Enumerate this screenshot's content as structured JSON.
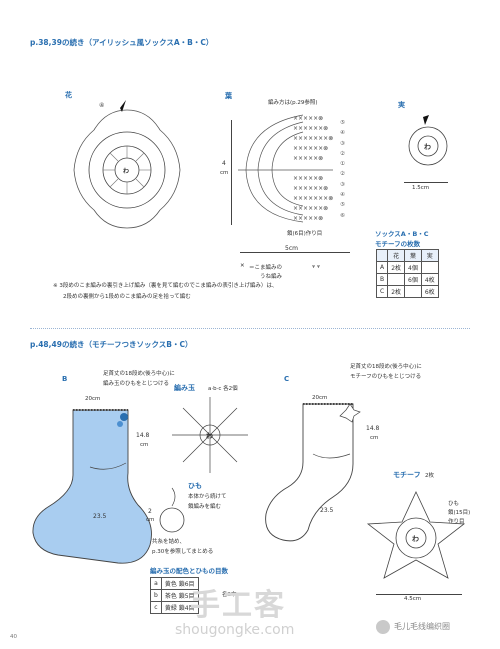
{
  "top": {
    "header": "p.38,39の続き（アイリッシュ風ソックスA・B・C）",
    "flower_label": "花",
    "leaf_label": "葉",
    "fruit_label": "実",
    "leaf_method": "編み方は(p.29参照)",
    "leaf_height": "4",
    "leaf_height_unit": "cm",
    "leaf_chain": "鎖(6目)作り目",
    "leaf_width": "5cm",
    "fruit_width": "1.5cm",
    "legend_1": "＝こま編みの",
    "legend_2": "うね編み",
    "note_1": "※ 3段めのこま編みの裏引き上げ編み（裏を見て編むのでこま編みの表引き上げ編み）は、",
    "note_2": "2段めの裏側から1段めのこま編みの足を拾って編む",
    "leaf_rows": [
      "⑤",
      "④",
      "③",
      "②",
      "①",
      "②",
      "③",
      "④",
      "⑤",
      "⑥"
    ],
    "flower_row": "④",
    "center_char": "わ",
    "motif_table": {
      "title_1": "ソックスA・B・C",
      "title_2": "モチーフの枚数",
      "headers": [
        "",
        "花",
        "葉",
        "実"
      ],
      "rows": [
        [
          "A",
          "2枚",
          "4個",
          ""
        ],
        [
          "B",
          "",
          "6個",
          "4枚"
        ],
        [
          "C",
          "2枚",
          "",
          "6枚"
        ]
      ]
    }
  },
  "bottom": {
    "header": "p.48,49の続き（モチーフつきソックスB・C）",
    "sock_b": {
      "letter": "B",
      "note_1": "足首丈の18段め(後ろ中心)に",
      "note_2": "編み玉のひもをとじつける",
      "width": "20cm",
      "height": "14.8",
      "height_unit": "cm",
      "foot": "23.5"
    },
    "ball": {
      "title": "編み玉",
      "spec": "a·b·c  各2個",
      "cord_title": "ひも",
      "cord_note_1": "本体から続けて",
      "cord_note_2": "鎖編みを編む",
      "cord_len": "2",
      "cord_unit": "cm",
      "stuff_1": "共糸を詰め、",
      "stuff_2": "p.30を参照してまとめる"
    },
    "sock_c": {
      "letter": "C",
      "note_1": "足首丈の18段め(後ろ中心)に",
      "note_2": "モチーフのひもをとじつける",
      "width": "20cm",
      "height": "14.8",
      "height_unit": "cm",
      "foot": "23.5"
    },
    "motif": {
      "title": "モチーフ",
      "count": "2枚",
      "cord_1": "ひも",
      "cord_2": "鎖(15目)",
      "cord_3": "作り目",
      "width": "4.5cm"
    },
    "color_table": {
      "title": "編み玉の配色とひもの目数",
      "rows": [
        [
          "a",
          "黄色  鎖6目"
        ],
        [
          "b",
          "茶色  鎖5目"
        ],
        [
          "c",
          "黄緑  鎖4目"
        ]
      ],
      "note": "各2本"
    }
  },
  "watermark": {
    "main": "手工客",
    "url": "shougongke.com",
    "brand": "毛儿毛线编织圈"
  },
  "page_number": "40",
  "colors": {
    "accent": "#2a6fb0",
    "sock_fill": "#a9cdf0",
    "line": "#444444"
  }
}
